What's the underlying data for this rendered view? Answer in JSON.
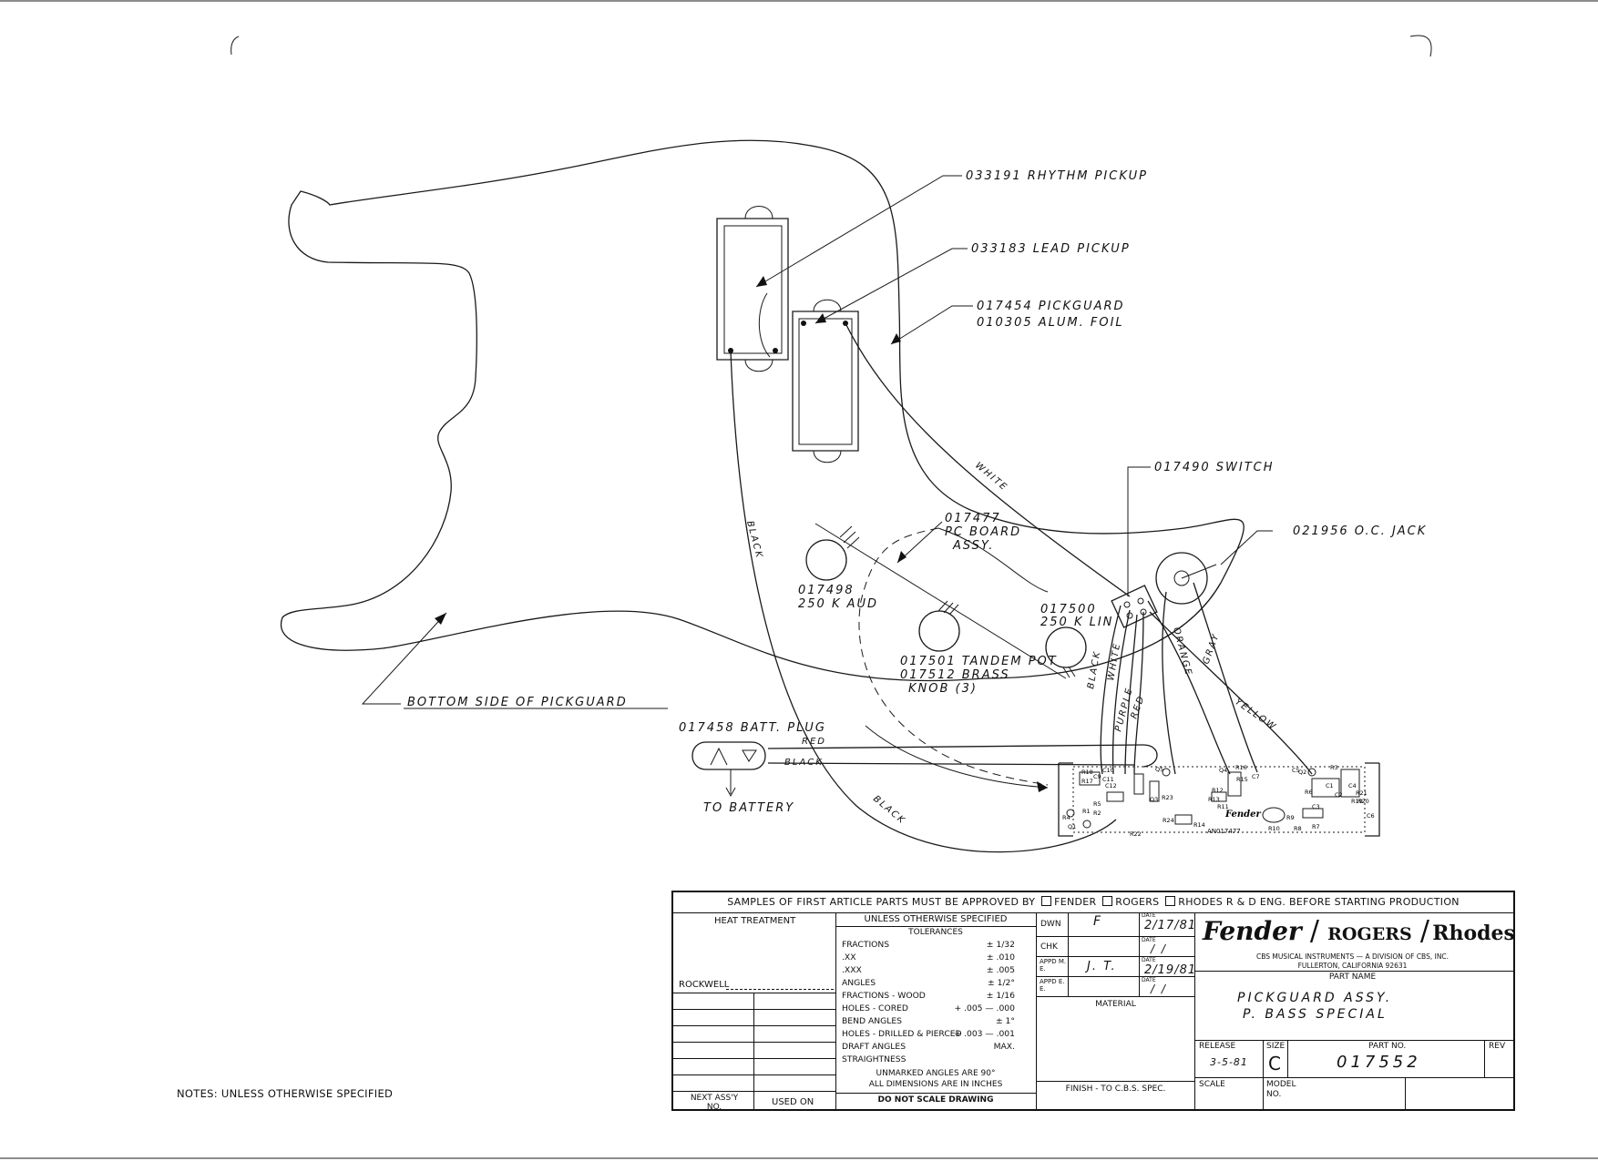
{
  "labels": {
    "rhythm_pickup": "033191 RHYTHM PICKUP",
    "lead_pickup": "033183 LEAD PICKUP",
    "pickguard_1": "017454 PICKGUARD",
    "pickguard_2": "010305 ALUM. FOIL",
    "switch": "017490 SWITCH",
    "jack": "021956 O.C. JACK",
    "pcb_1": "017477",
    "pcb_2": "PC BOARD",
    "pcb_3": "ASSY.",
    "pot1_1": "017498",
    "pot1_2": "250 K AUD",
    "pot2_1": "017500",
    "pot2_2": "250 K LIN",
    "tandem_1": "017501 TANDEM POT",
    "tandem_2": "017512 BRASS",
    "tandem_3": "KNOB (3)",
    "bottom_side": "BOTTOM SIDE OF PICKGUARD",
    "batt_plug": "017458 BATT. PLUG",
    "to_battery": "TO BATTERY",
    "pcb_brand": "Fender",
    "pcb_part": "AN017477"
  },
  "wires": {
    "white": "WHITE",
    "black": "BLACK",
    "red": "RED",
    "gray": "GRAY",
    "yellow": "YELLOW",
    "orange": "ORANGE",
    "purple": "PURPLE"
  },
  "components": [
    "R18",
    "R17",
    "C9",
    "C10",
    "C11",
    "R1",
    "R5",
    "R2",
    "C12",
    "R22",
    "R23",
    "R24",
    "Q5",
    "Q3",
    "Q4",
    "R16",
    "R15",
    "R14",
    "R13",
    "R12",
    "C7",
    "R11",
    "R10",
    "R9",
    "R8",
    "R7",
    "R6",
    "Q2",
    "C5",
    "C4",
    "C3",
    "C2",
    "C1",
    "Q1",
    "R4",
    "R3",
    "R19",
    "R20",
    "R21",
    "C6"
  ],
  "notes": "NOTES: UNLESS OTHERWISE SPECIFIED",
  "title_block": {
    "banner_pre": "SAMPLES OF FIRST ARTICLE PARTS MUST BE APPROVED BY",
    "opt_fender": "FENDER",
    "opt_rogers": "ROGERS",
    "opt_rhodes": "RHODES R & D ENG. BEFORE STARTING PRODUCTION",
    "heat_treatment": "HEAT TREATMENT",
    "rockwell": "ROCKWELL",
    "next_assy": "NEXT ASS'Y NO.",
    "used_on": "USED ON",
    "unless": "UNLESS OTHERWISE SPECIFIED",
    "tolerances_title": "TOLERANCES",
    "tolerances": [
      {
        "label": "FRACTIONS",
        "value": "± 1/32"
      },
      {
        "label": ".XX",
        "value": "± .010"
      },
      {
        "label": ".XXX",
        "value": "± .005"
      },
      {
        "label": "ANGLES",
        "value": "± 1/2°"
      },
      {
        "label": "FRACTIONS - WOOD",
        "value": "± 1/16"
      },
      {
        "label": "HOLES - CORED",
        "value": "+ .005 — .000"
      },
      {
        "label": "BEND ANGLES",
        "value": "± 1°"
      },
      {
        "label": "HOLES - DRILLED & PIERCED",
        "value": "+ .003 — .001"
      },
      {
        "label": "DRAFT ANGLES",
        "value": "MAX."
      },
      {
        "label": "STRAIGHTNESS",
        "value": ""
      }
    ],
    "unmarked": "UNMARKED ANGLES ARE 90°",
    "all_dims": "ALL DIMENSIONS ARE IN INCHES",
    "do_not_scale": "DO NOT SCALE DRAWING",
    "dwn": "DWN",
    "dwn_val": "F",
    "chk": "CHK",
    "appd_me": "APPD M. E.",
    "appd_me_val": "J. T.",
    "appd_ee": "APPD E. E.",
    "date": "DATE",
    "date_dwn": "2/17/81",
    "date_chk": "/ /",
    "date_me": "2/19/81",
    "date_ee": "/ /",
    "material": "MATERIAL",
    "finish": "FINISH - TO C.B.S. SPEC.",
    "logo_fender": "Fender",
    "logo_rogers": "ROGERS",
    "logo_rhodes": "Rhodes",
    "company": "CBS MUSICAL INSTRUMENTS — A DIVISION OF CBS, INC.",
    "address": "FULLERTON, CALIFORNIA 92631",
    "part_name_label": "PART NAME",
    "part_name_1": "PICKGUARD ASSY.",
    "part_name_2": "P. BASS SPECIAL",
    "release": "RELEASE",
    "release_val": "3-5-81",
    "size": "SIZE",
    "size_val": "C",
    "part_no": "PART NO.",
    "part_no_val": "017552",
    "rev": "REV",
    "scale": "SCALE",
    "model_no": "MODEL NO."
  }
}
